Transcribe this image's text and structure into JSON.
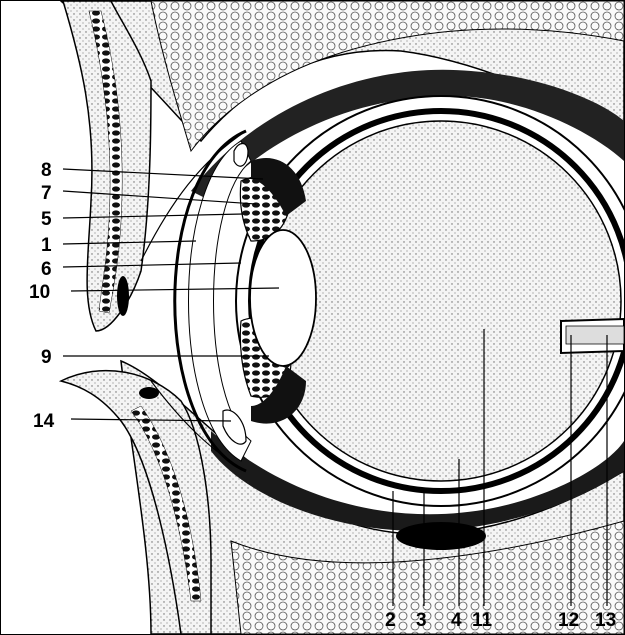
{
  "labels": {
    "l1": "1",
    "l2": "2",
    "l3": "3",
    "l4": "4",
    "l5": "5",
    "l6": "6",
    "l7": "7",
    "l8": "8",
    "l9": "9",
    "l10": "10",
    "l11": "11",
    "l12": "12",
    "l13": "13",
    "l14": "14"
  },
  "colors": {
    "ink": "#000000",
    "paper": "#ffffff",
    "tissue": "#e6e6e6",
    "dark": "#1a1a1a"
  }
}
